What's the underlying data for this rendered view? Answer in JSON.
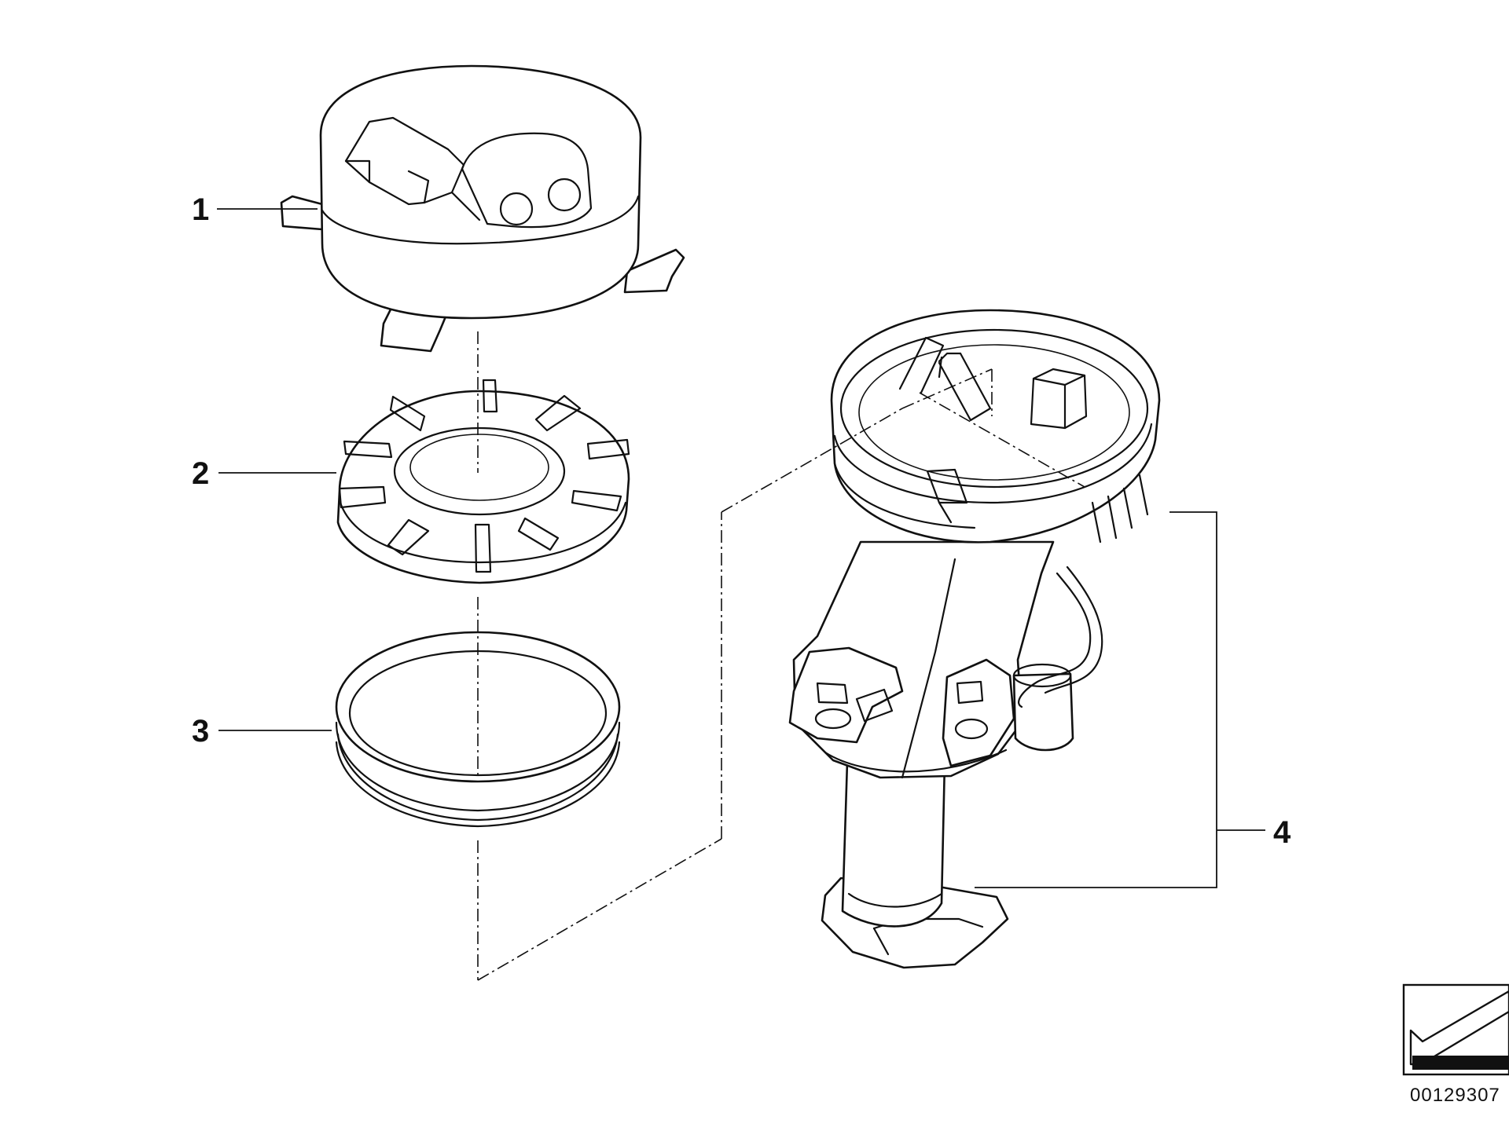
{
  "callouts": {
    "part1": "1",
    "part2": "2",
    "part3": "3",
    "part4": "4"
  },
  "document_number": "00129307",
  "colors": {
    "line": "#111111",
    "background": "#ffffff"
  },
  "icons": {
    "corner_symbol": "arrow-down-left-icon"
  }
}
